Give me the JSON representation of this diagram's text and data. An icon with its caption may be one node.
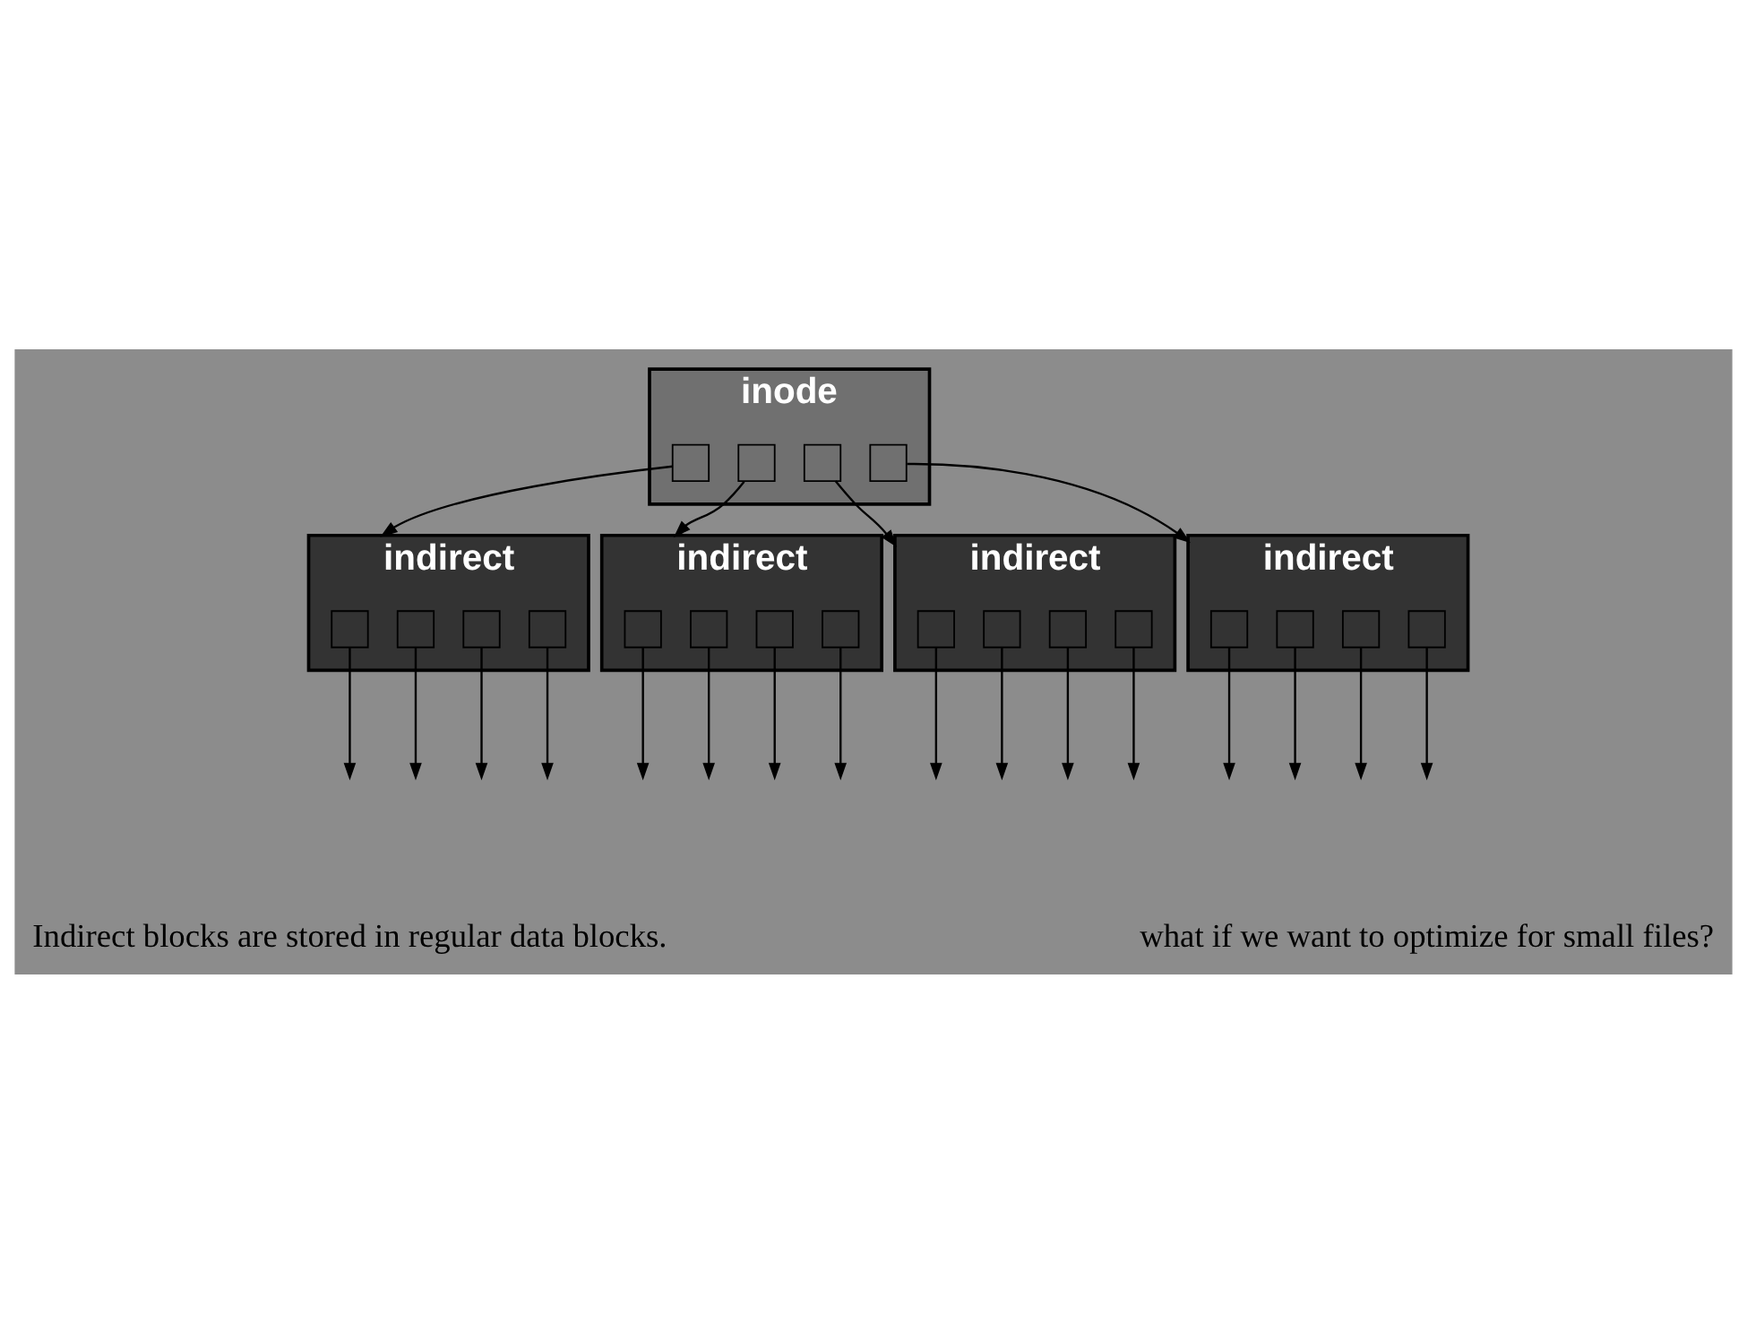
{
  "diagram": {
    "nodes": [
      {
        "text": [
          "inode"
        ]
      },
      {
        "text": [],
        "shape": "box",
        "in": 0
      },
      {
        "text": [],
        "shape": "box",
        "in": 0
      },
      {
        "text": [],
        "shape": "box",
        "in": 0
      },
      {
        "text": [],
        "shape": "box",
        "in": 0
      },
      {
        "text": [
          "indirect"
        ]
      },
      {
        "text": [],
        "shape": "box",
        "in": 5
      },
      {
        "text": [],
        "shape": "box",
        "in": 5
      },
      {
        "text": [],
        "shape": "box",
        "in": 5
      },
      {
        "text": [],
        "shape": "box",
        "in": 5
      },
      {
        "text": [
          "indirect"
        ]
      },
      {
        "text": [],
        "shape": "box",
        "in": 10
      },
      {
        "text": [],
        "shape": "box",
        "in": 10
      },
      {
        "text": [],
        "shape": "box",
        "in": 10
      },
      {
        "text": [],
        "shape": "box",
        "in": 10
      },
      {
        "text": [
          "indirect"
        ]
      },
      {
        "text": [],
        "shape": "box",
        "in": 15
      },
      {
        "text": [],
        "shape": "box",
        "in": 15
      },
      {
        "text": [],
        "shape": "box",
        "in": 15
      },
      {
        "text": [],
        "shape": "box",
        "in": 15
      },
      {
        "text": [
          "indirect"
        ]
      },
      {
        "text": [],
        "shape": "box",
        "in": 20
      },
      {
        "text": [],
        "shape": "box",
        "in": 20
      },
      {
        "text": [],
        "shape": "box",
        "in": 20
      },
      {
        "text": [],
        "shape": "box",
        "in": 20
      }
    ],
    "edges": [
      {
        "from": 1,
        "to": 5,
        "arrow": "to"
      },
      {
        "from": 2,
        "to": 10,
        "arrow": "to"
      },
      {
        "from": 3,
        "to": 15,
        "arrow": "to"
      },
      {
        "from": 4,
        "to": 20,
        "arrow": "to"
      },
      {
        "from": 6,
        "to": null,
        "arrow": "to"
      },
      {
        "from": 7,
        "to": null,
        "arrow": "to"
      },
      {
        "from": 8,
        "to": null,
        "arrow": "to"
      },
      {
        "from": 9,
        "to": null,
        "arrow": "to"
      },
      {
        "from": 11,
        "to": null,
        "arrow": "to"
      },
      {
        "from": 12,
        "to": null,
        "arrow": "to"
      },
      {
        "from": 13,
        "to": null,
        "arrow": "to"
      },
      {
        "from": 14,
        "to": null,
        "arrow": "to"
      },
      {
        "from": 16,
        "to": null,
        "arrow": "to"
      },
      {
        "from": 17,
        "to": null,
        "arrow": "to"
      },
      {
        "from": 18,
        "to": null,
        "arrow": "to"
      },
      {
        "from": 19,
        "to": null,
        "arrow": "to"
      },
      {
        "from": 21,
        "to": null,
        "arrow": "to"
      },
      {
        "from": 22,
        "to": null,
        "arrow": "to"
      },
      {
        "from": 23,
        "to": null,
        "arrow": "to"
      },
      {
        "from": 24,
        "to": null,
        "arrow": "to"
      }
    ],
    "labels": [
      "Indirect blocks are stored in regular data blocks.",
      "what if we want to optimize for small files?"
    ]
  }
}
